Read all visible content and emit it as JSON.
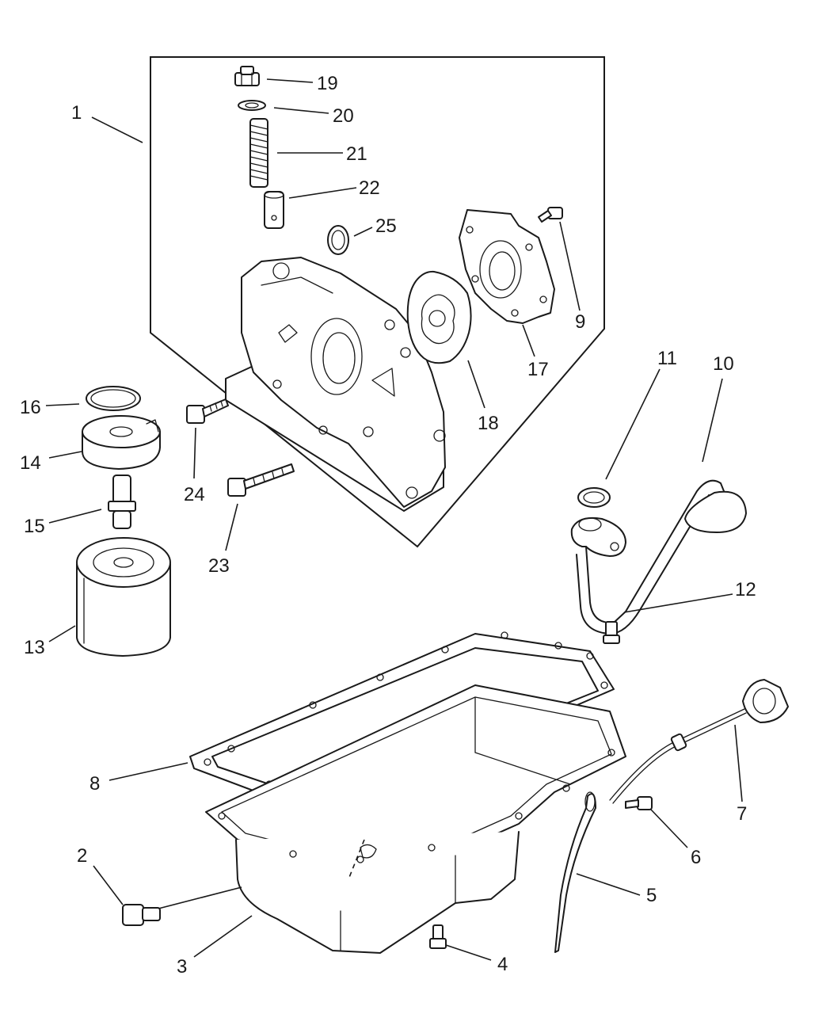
{
  "diagram": {
    "callouts": [
      {
        "id": "1",
        "text": "1"
      },
      {
        "id": "2",
        "text": "2"
      },
      {
        "id": "3",
        "text": "3"
      },
      {
        "id": "4",
        "text": "4"
      },
      {
        "id": "5",
        "text": "5"
      },
      {
        "id": "6",
        "text": "6"
      },
      {
        "id": "7",
        "text": "7"
      },
      {
        "id": "8",
        "text": "8"
      },
      {
        "id": "9",
        "text": "9"
      },
      {
        "id": "10",
        "text": "10"
      },
      {
        "id": "11",
        "text": "11"
      },
      {
        "id": "12",
        "text": "12"
      },
      {
        "id": "13",
        "text": "13"
      },
      {
        "id": "14",
        "text": "14"
      },
      {
        "id": "15",
        "text": "15"
      },
      {
        "id": "16",
        "text": "16"
      },
      {
        "id": "17",
        "text": "17"
      },
      {
        "id": "18",
        "text": "18"
      },
      {
        "id": "19",
        "text": "19"
      },
      {
        "id": "20",
        "text": "20"
      },
      {
        "id": "21",
        "text": "21"
      },
      {
        "id": "22",
        "text": "22"
      },
      {
        "id": "23",
        "text": "23"
      },
      {
        "id": "24",
        "text": "24"
      },
      {
        "id": "25",
        "text": "25"
      }
    ]
  }
}
